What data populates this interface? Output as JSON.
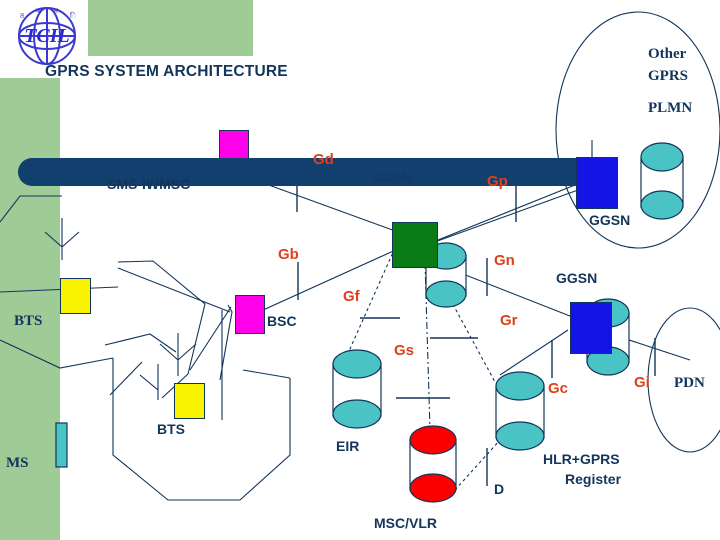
{
  "slide": {
    "title": "GPRS SYSTEM ARCHITECTURE",
    "logo_name": "TCIL logo"
  },
  "colors": {
    "panel_green": "#9fcb96",
    "text_navy": "#12355b",
    "interface_orange": "#e0401a",
    "bar_navy": "#11406e",
    "sgsn_green": "#0a7c16",
    "bsc_magenta": "#ff00e8",
    "bts_yellow": "#faf400",
    "ggsn_blue": "#1414e6",
    "cyl_cyan": "#49c3c3",
    "cyl_red": "#fb0000"
  },
  "nodes": [
    {
      "id": "ms",
      "label": "MS",
      "style": "serif"
    },
    {
      "id": "bts_upper",
      "label": "BTS",
      "style": "serif"
    },
    {
      "id": "bts_lower",
      "label": "BTS",
      "style": "sans"
    },
    {
      "id": "bsc",
      "label": "BSC",
      "style": "sans"
    },
    {
      "id": "sms_iwmsc",
      "label": "SMS-IWMSC",
      "style": "sans"
    },
    {
      "id": "sgsn",
      "label": "SGSN",
      "style": "sans"
    },
    {
      "id": "ggsn_top",
      "label": "GGSN",
      "style": "sans"
    },
    {
      "id": "ggsn_mid",
      "label": "GGSN",
      "style": "sans"
    },
    {
      "id": "eir",
      "label": "EIR",
      "style": "sans"
    },
    {
      "id": "msc_vlr",
      "label": "MSC/VLR",
      "style": "sans"
    },
    {
      "id": "hlr",
      "label": "HLR+GPRS",
      "style": "sans"
    },
    {
      "id": "hlr2",
      "label": "Register",
      "style": "sans"
    },
    {
      "id": "pdn",
      "label": "PDN",
      "style": "serif"
    },
    {
      "id": "other1",
      "label": "Other",
      "style": "serif"
    },
    {
      "id": "other2",
      "label": "GPRS",
      "style": "serif"
    },
    {
      "id": "other3",
      "label": "PLMN",
      "style": "serif"
    }
  ],
  "interfaces": [
    {
      "id": "gd",
      "label": "Gd"
    },
    {
      "id": "gp",
      "label": "Gp"
    },
    {
      "id": "gb",
      "label": "Gb"
    },
    {
      "id": "gn",
      "label": "Gn"
    },
    {
      "id": "gf",
      "label": "Gf"
    },
    {
      "id": "gr",
      "label": "Gr"
    },
    {
      "id": "gs",
      "label": "Gs"
    },
    {
      "id": "gc",
      "label": "Gc"
    },
    {
      "id": "gi",
      "label": "Gi"
    },
    {
      "id": "d",
      "label": "D"
    }
  ]
}
